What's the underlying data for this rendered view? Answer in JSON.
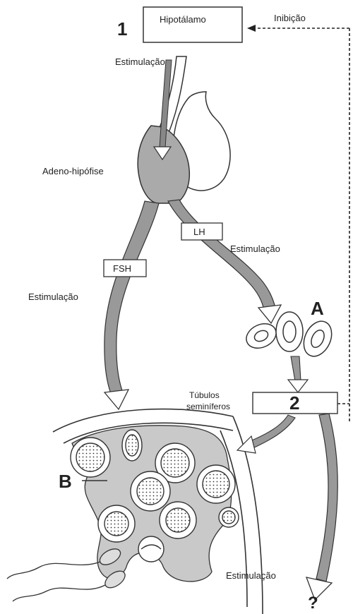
{
  "labels": {
    "num1": "1",
    "hypothalamus": "Hipotálamo",
    "inhibition": "Inibição",
    "stim_top": "Estimulação",
    "adenohypophysis": "Adeno-hipófise",
    "lh": "LH",
    "stim_lh": "Estimulação",
    "fsh": "FSH",
    "stim_fsh": "Estimulação",
    "letter_a": "A",
    "tubules_line1": "Túbulos",
    "tubules_line2": "seminíferos",
    "num2": "2",
    "letter_b": "B",
    "stim_bottom": "Estimulação",
    "question": "?"
  }
}
